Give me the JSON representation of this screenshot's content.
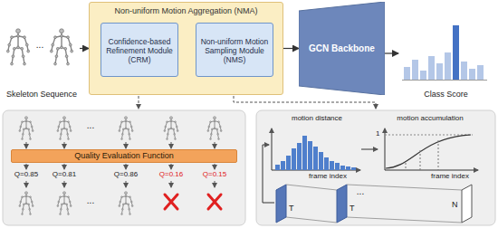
{
  "diagram": {
    "nodes": [
      {
        "text": [
          "Skeleton Sequence"
        ]
      },
      {
        "text": [
          "Non-uniform Motion Aggregation (NMA)"
        ]
      },
      {
        "text": [
          "Confidence-based Refinement Module (CRM)"
        ],
        "in": 1
      },
      {
        "text": [
          "Non-uniform Motion Sampling Module (NMS)"
        ],
        "in": 1
      },
      {
        "text": [
          "GCN Backbone"
        ]
      },
      {
        "text": [
          "Class Score"
        ]
      },
      {
        "text": [
          "Quality Evaluation Function"
        ]
      }
    ],
    "edges": [
      {
        "from": 0,
        "to": 1,
        "arrow": "to"
      },
      {
        "from": 2,
        "to": 3,
        "arrow": "to"
      },
      {
        "from": 1,
        "to": 4,
        "arrow": "to"
      },
      {
        "from": 4,
        "to": 5,
        "arrow": "to"
      }
    ],
    "labels": [
      "...",
      "...",
      "Q=0.85",
      "Q=0.81",
      "Q=0.86",
      "Q=0.16",
      "Q=0.15",
      "...",
      "motion distance",
      "frame index",
      "motion accumulation",
      "frame index",
      "1",
      "T",
      "T",
      "...",
      "N"
    ]
  }
}
